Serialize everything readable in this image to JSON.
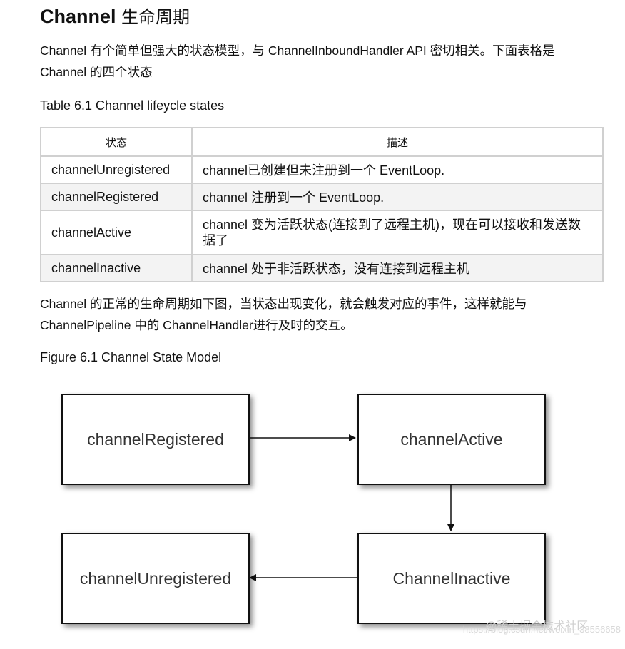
{
  "heading": {
    "en": "Channel",
    "cn": "生命周期"
  },
  "intro": "Channel 有个简单但强大的状态模型，与 ChannelInboundHandler API 密切相关。下面表格是 Channel 的四个状态",
  "table_caption": "Table 6.1 Channel lifeycle states",
  "table": {
    "headers": [
      "状态",
      "描述"
    ],
    "rows": [
      {
        "state": "channelUnregistered",
        "desc": "channel已创建但未注册到一个 EventLoop."
      },
      {
        "state": "channelRegistered",
        "desc": "channel 注册到一个 EventLoop."
      },
      {
        "state": "channelActive",
        "desc": "channel 变为活跃状态(连接到了远程主机)，现在可以接收和发送数据了"
      },
      {
        "state": "channelInactive",
        "desc": "channel 处于非活跃状态，没有连接到远程主机"
      }
    ]
  },
  "lifecycle_text": "Channel 的正常的生命周期如下图，当状态出现变化，就会触发对应的事件，这样就能与 ChannelPipeline 中的 ChannelHandler进行及时的交互。",
  "figure_caption": "Figure 6.1 Channel State Model",
  "diagram": {
    "boxes": {
      "registered": "channelRegistered",
      "active": "channelActive",
      "inactive": "ChannelInactive",
      "unregistered": "channelUnregistered"
    }
  },
  "watermark": {
    "brand": "@稀土掘金技术社区",
    "url": "https://blog.csdn.net/weixin_38556658"
  }
}
